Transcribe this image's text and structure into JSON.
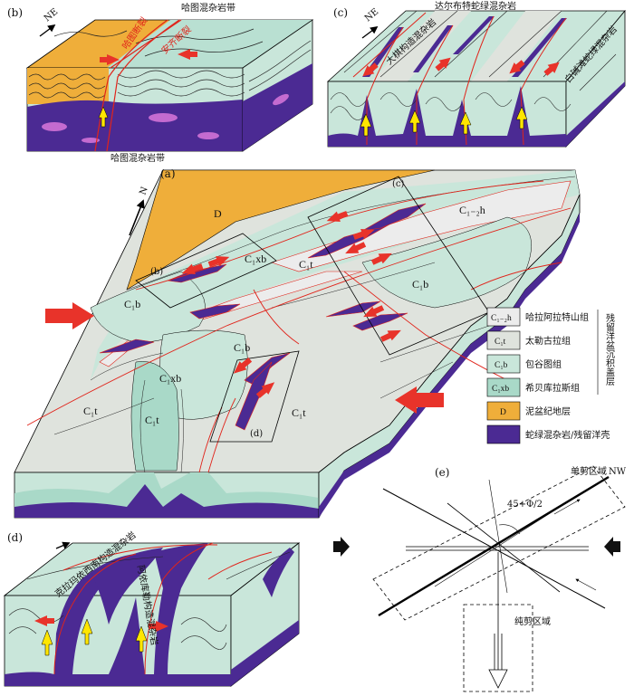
{
  "panels": {
    "a": "(a)",
    "b": "(b)",
    "c": "(c)",
    "d": "(d)",
    "e": "(e)"
  },
  "panel_b": {
    "north": "NE",
    "top_label": "哈图混杂岩带",
    "bottom_label": "哈图混杂岩带",
    "fault1": "哈图断裂",
    "fault2": "安齐断裂"
  },
  "panel_c": {
    "north": "NE",
    "top_label": "达尔布特蛇绿混杂岩",
    "label_left": "大棋构造混杂岩",
    "label_right": "白碱滩蛇绿混杂岩"
  },
  "panel_d": {
    "top_label": "克拉玛依西南构造混杂岩",
    "label_right": "阿依库勒构造混杂岩"
  },
  "panel_a": {
    "north": "N",
    "units_on_map": {
      "D": "D",
      "C1xb_top": "C₁xb",
      "C1t_top": "C₁t",
      "C12h": "C₁₋₂h",
      "C1b_right": "C₁b",
      "C1b_left": "C₁b",
      "C1b_mid": "C₁b",
      "C1xb_mid": "C₁xb",
      "C1t_mid": "C₁t",
      "C1t_right": "C₁t",
      "C1t_left": "C₁t",
      "box_b": "(b)",
      "box_c": "(c)",
      "box_d": "(d)"
    }
  },
  "legend": {
    "items": [
      {
        "code": "C₁₋₂h",
        "name": "哈拉阿拉特山组",
        "color": "#ececec"
      },
      {
        "code": "C₁t",
        "name": "太勒古拉组",
        "color": "#dfe3dd"
      },
      {
        "code": "C₁b",
        "name": "包谷图组",
        "color": "#c9e6da"
      },
      {
        "code": "C₁xb",
        "name": "希贝库拉斯组",
        "color": "#a9d9c8"
      },
      {
        "code": "D",
        "name": "泥盆纪地层",
        "color": "#efae3a"
      },
      {
        "code": "",
        "name": "蛇绿混杂岩/残留洋壳",
        "color": "#4b2a93"
      }
    ],
    "group_label": "残留洋盆沉积盖层"
  },
  "panel_e": {
    "nw": "NW",
    "simple_shear": "单剪区域",
    "pure_shear": "纯剪区域",
    "angle": "45+Φ/2"
  },
  "colors": {
    "ophiolite": "#4b2a93",
    "devonian": "#efae3a",
    "c1b": "#c9e6da",
    "c1t": "#dfe3dd",
    "c12h": "#ececec",
    "fault": "#e0241b",
    "arrow_red": "#e8332a",
    "arrow_yellow": "#ffe600"
  }
}
